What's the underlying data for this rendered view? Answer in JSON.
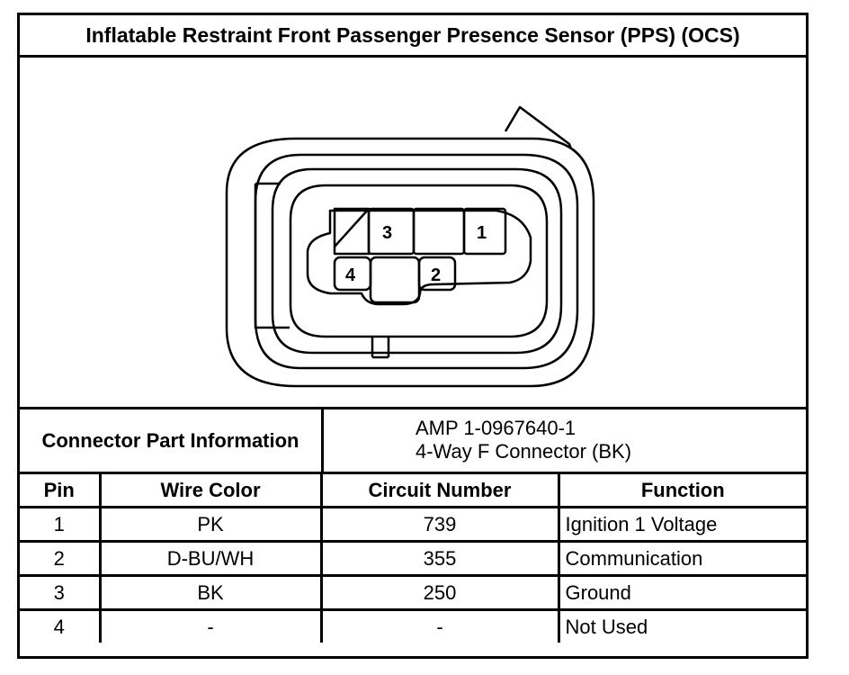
{
  "title": "Inflatable Restraint Front Passenger Presence Sensor (PPS) (OCS)",
  "connector": {
    "label": "Connector Part Information",
    "part_number": "AMP 1-0967640-1",
    "description": "4-Way F Connector (BK)"
  },
  "cavity_labels": [
    "3",
    "1",
    "4",
    "2"
  ],
  "table": {
    "headers": [
      "Pin",
      "Wire Color",
      "Circuit Number",
      "Function"
    ],
    "rows": [
      [
        "1",
        "PK",
        "739",
        "Ignition 1 Voltage"
      ],
      [
        "2",
        "D-BU/WH",
        "355",
        "Communication"
      ],
      [
        "3",
        "BK",
        "250",
        "Ground"
      ],
      [
        "4",
        "-",
        "-",
        "Not Used"
      ]
    ]
  }
}
